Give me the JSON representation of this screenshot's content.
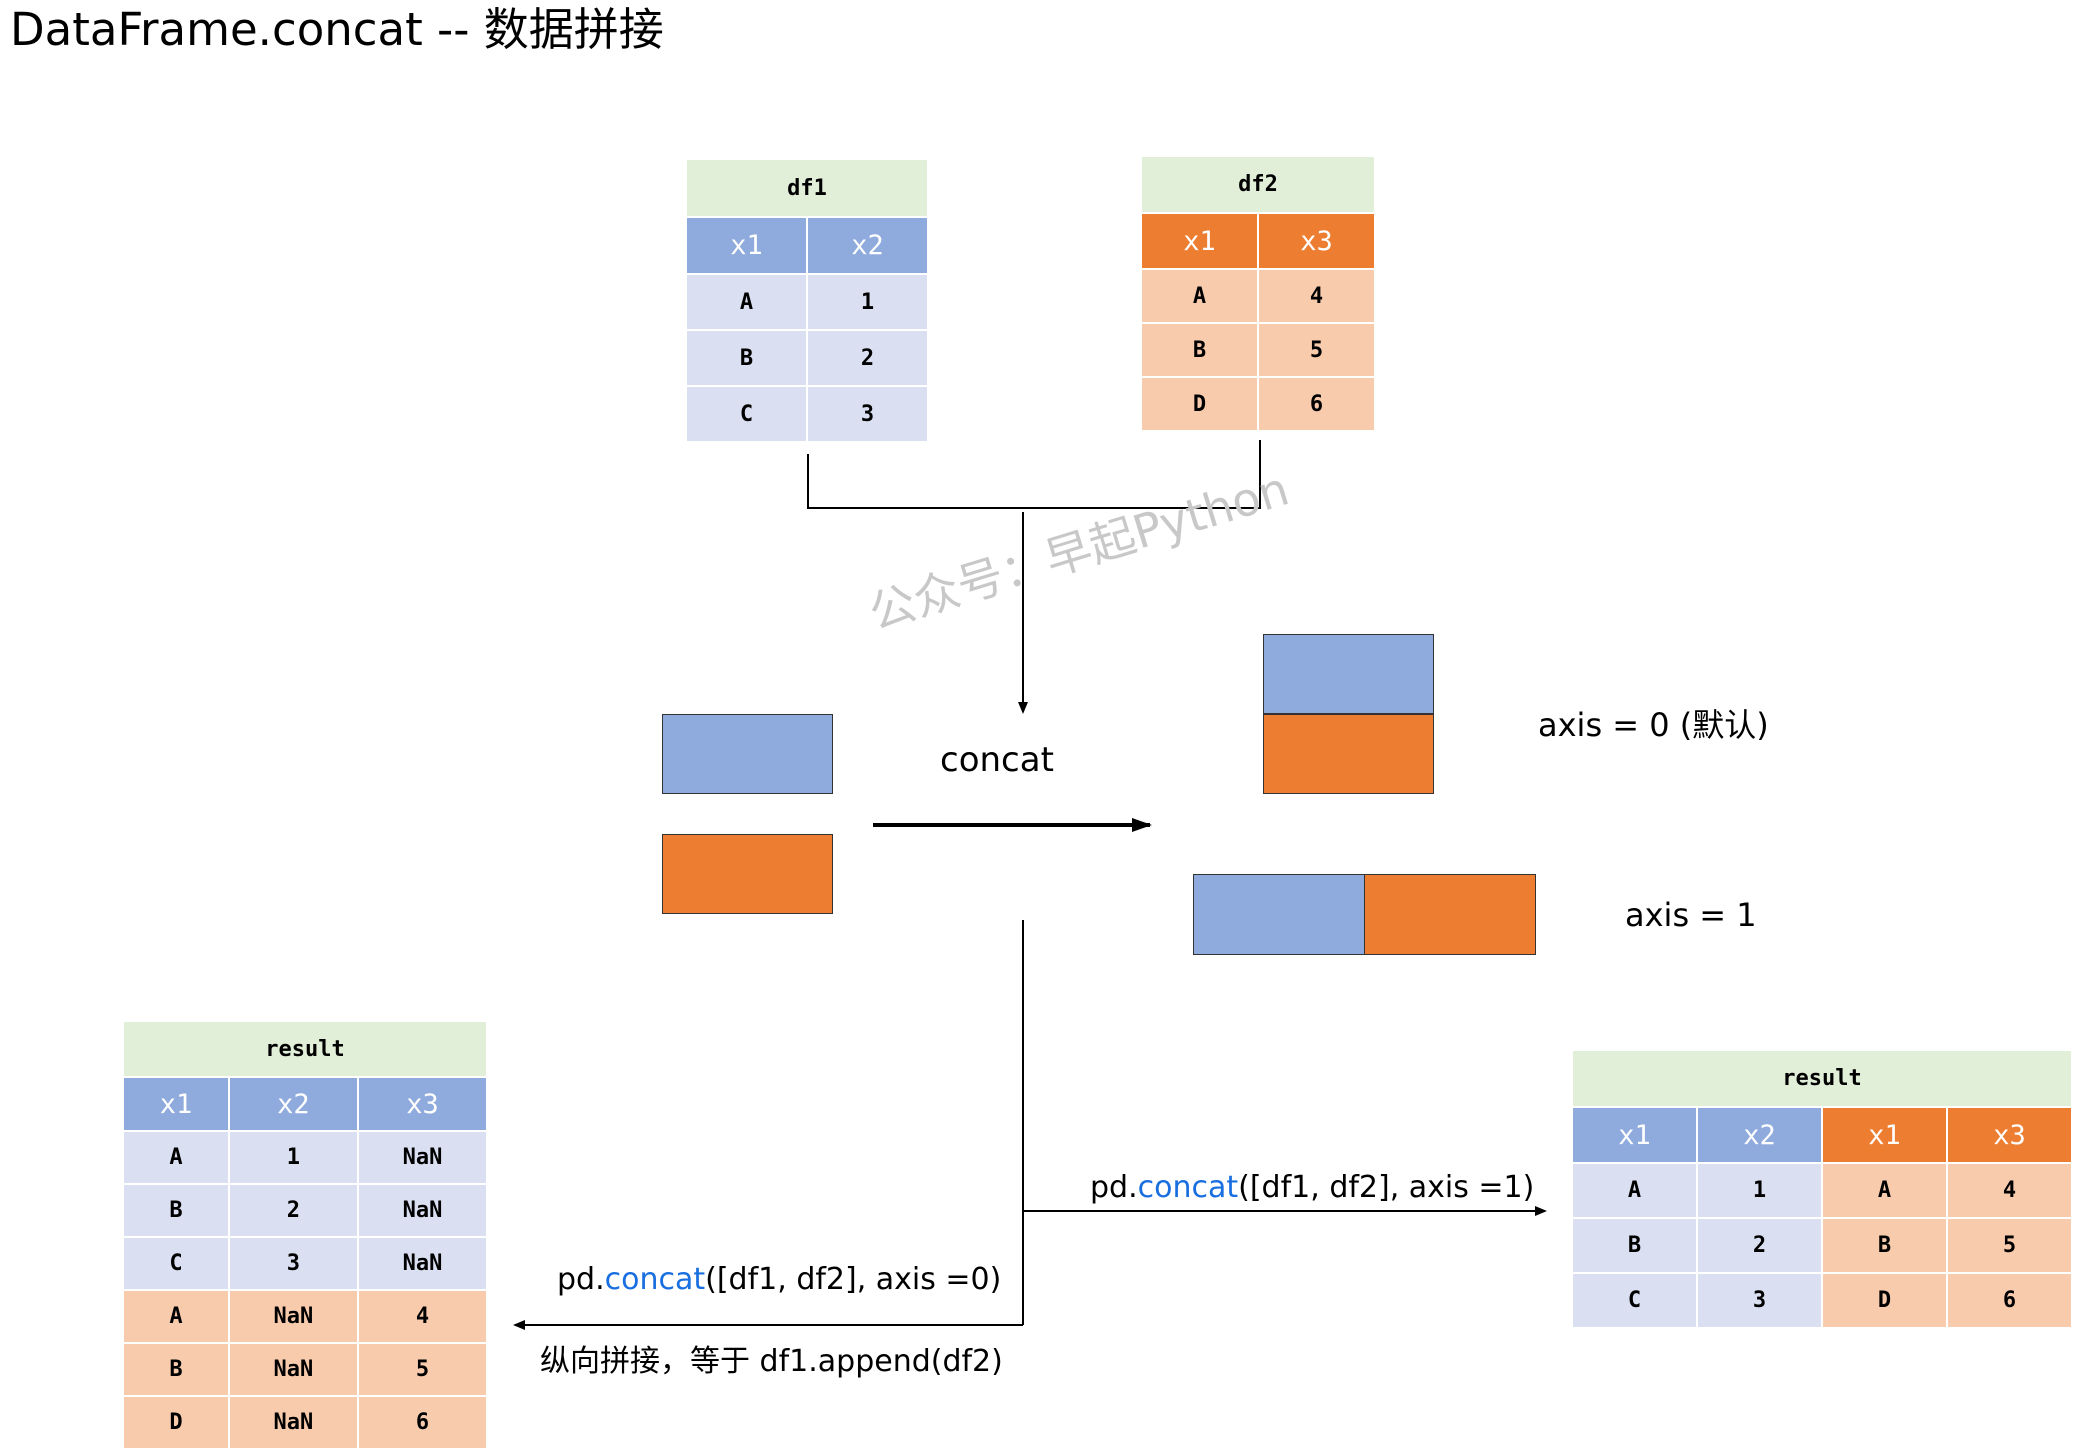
{
  "title": "DataFrame.concat -- 数据拼接",
  "watermark": "公众号：早起Python",
  "df1": {
    "name": "df1",
    "columns": [
      "x1",
      "x2"
    ],
    "rows": [
      [
        "A",
        "1"
      ],
      [
        "B",
        "2"
      ],
      [
        "C",
        "3"
      ]
    ]
  },
  "df2": {
    "name": "df2",
    "columns": [
      "x1",
      "x3"
    ],
    "rows": [
      [
        "A",
        "4"
      ],
      [
        "B",
        "5"
      ],
      [
        "D",
        "6"
      ]
    ]
  },
  "center_label": "concat",
  "axis0_label": "axis = 0 (默认)",
  "axis1_label": "axis = 1",
  "code_axis0": {
    "prefix": "pd.",
    "fn": "concat",
    "suffix": "([df1, df2], axis =0)"
  },
  "code_axis1": {
    "prefix": "pd.",
    "fn": "concat",
    "suffix": "([df1, df2], axis =1)"
  },
  "note_axis0": "纵向拼接，等于 df1.append(df2)",
  "result_axis0": {
    "name": "result",
    "columns": [
      "x1",
      "x2",
      "x3"
    ],
    "rows": [
      [
        "A",
        "1",
        "NaN"
      ],
      [
        "B",
        "2",
        "NaN"
      ],
      [
        "C",
        "3",
        "NaN"
      ],
      [
        "A",
        "NaN",
        "4"
      ],
      [
        "B",
        "NaN",
        "5"
      ],
      [
        "D",
        "NaN",
        "6"
      ]
    ]
  },
  "result_axis1": {
    "name": "result",
    "columns": [
      "x1",
      "x2",
      "x1",
      "x3"
    ],
    "rows": [
      [
        "A",
        "1",
        "A",
        "4"
      ],
      [
        "B",
        "2",
        "B",
        "5"
      ],
      [
        "C",
        "3",
        "D",
        "6"
      ]
    ]
  },
  "colors": {
    "blue_header": "#8faadc",
    "blue_cell": "#dae0f2",
    "orange_header": "#ed7d31",
    "orange_cell": "#f8cbad",
    "caption_bg": "#e1eed8",
    "function_name": "#1a6fe0"
  }
}
